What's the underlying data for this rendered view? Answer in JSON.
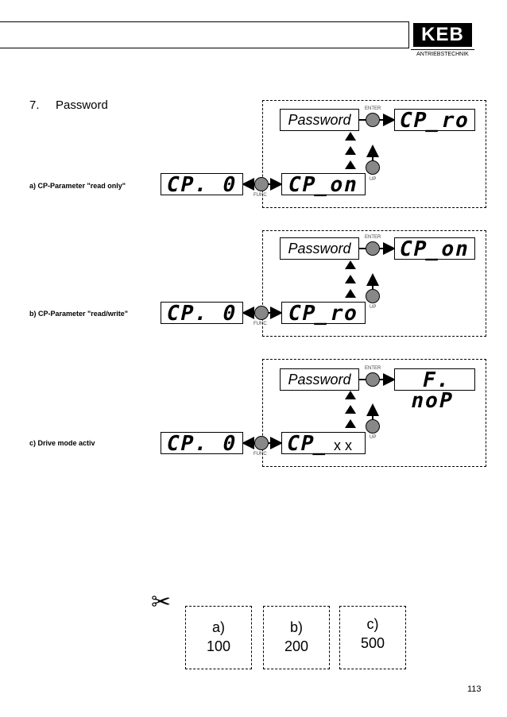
{
  "header": {
    "logo_text": "KEB",
    "logo_subtitle": "ANTRIEBSTECHNIK"
  },
  "section": {
    "number": "7.",
    "title": "Password"
  },
  "labels": {
    "enter": "ENTER",
    "up": "UP",
    "func": "FUNC",
    "password": "Password"
  },
  "rows": [
    {
      "label": "a) CP-Parameter \"read only\"",
      "left_display": "CP. 0",
      "center_display": "CP_on",
      "right_display": "CP_ro"
    },
    {
      "label": "b) CP-Parameter \"read/write\"",
      "left_display": "CP. 0",
      "center_display": "CP_ro",
      "right_display": "CP_on"
    },
    {
      "label": "c) Drive mode activ",
      "left_display": "CP. 0",
      "center_display": "CP_",
      "center_suffix": "x x",
      "right_display": "F. noP"
    }
  ],
  "coupons": [
    {
      "letter": "a)",
      "value": "100"
    },
    {
      "letter": "b)",
      "value": "200"
    },
    {
      "letter": "c)",
      "value": "500"
    }
  ],
  "scissors_symbol": "✂",
  "page_number": "113"
}
